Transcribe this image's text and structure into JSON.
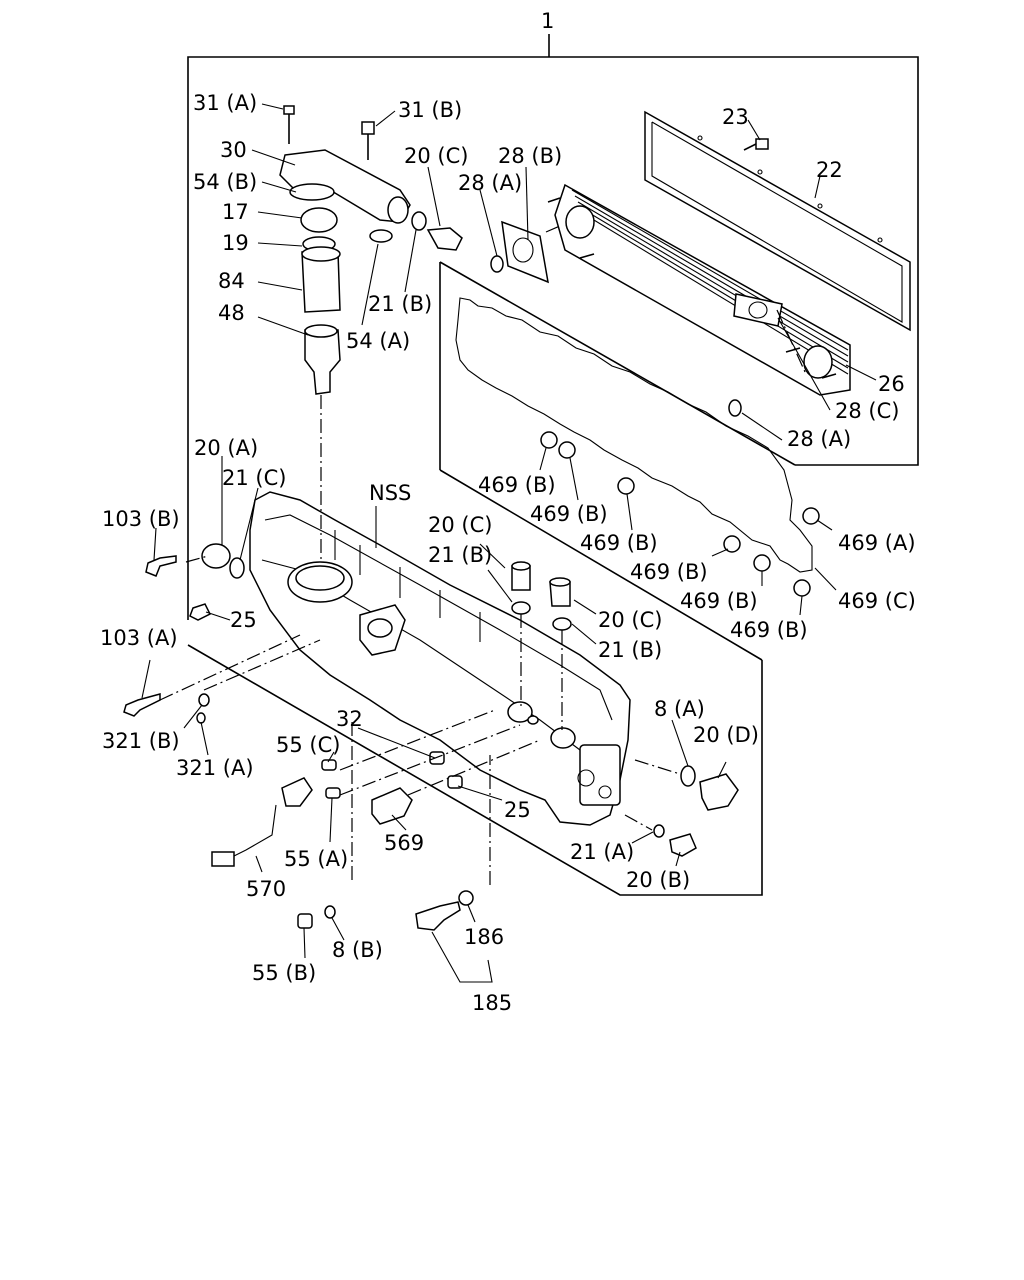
{
  "diagram": {
    "assembly_label": "1",
    "nss_label": "NSS",
    "callouts": [
      "31 (A)",
      "31 (B)",
      "30",
      "54 (B)",
      "17",
      "19",
      "84",
      "48",
      "20 (C)",
      "28 (B)",
      "28 (A)",
      "23",
      "22",
      "21 (B)",
      "54 (A)",
      "26",
      "28 (C)",
      "28 (A)",
      "20 (A)",
      "21 (C)",
      "103 (B)",
      "469 (B)",
      "469 (B)",
      "469 (B)",
      "469 (A)",
      "469 (B)",
      "469 (B)",
      "469 (C)",
      "469 (B)",
      "20 (C)",
      "21 (B)",
      "20 (C)",
      "21 (B)",
      "25",
      "103 (A)",
      "321 (B)",
      "321 (A)",
      "32",
      "55 (C)",
      "8 (A)",
      "20 (D)",
      "25",
      "569",
      "55 (A)",
      "21 (A)",
      "20 (B)",
      "570",
      "186",
      "55 (B)",
      "8 (B)",
      "185"
    ]
  }
}
